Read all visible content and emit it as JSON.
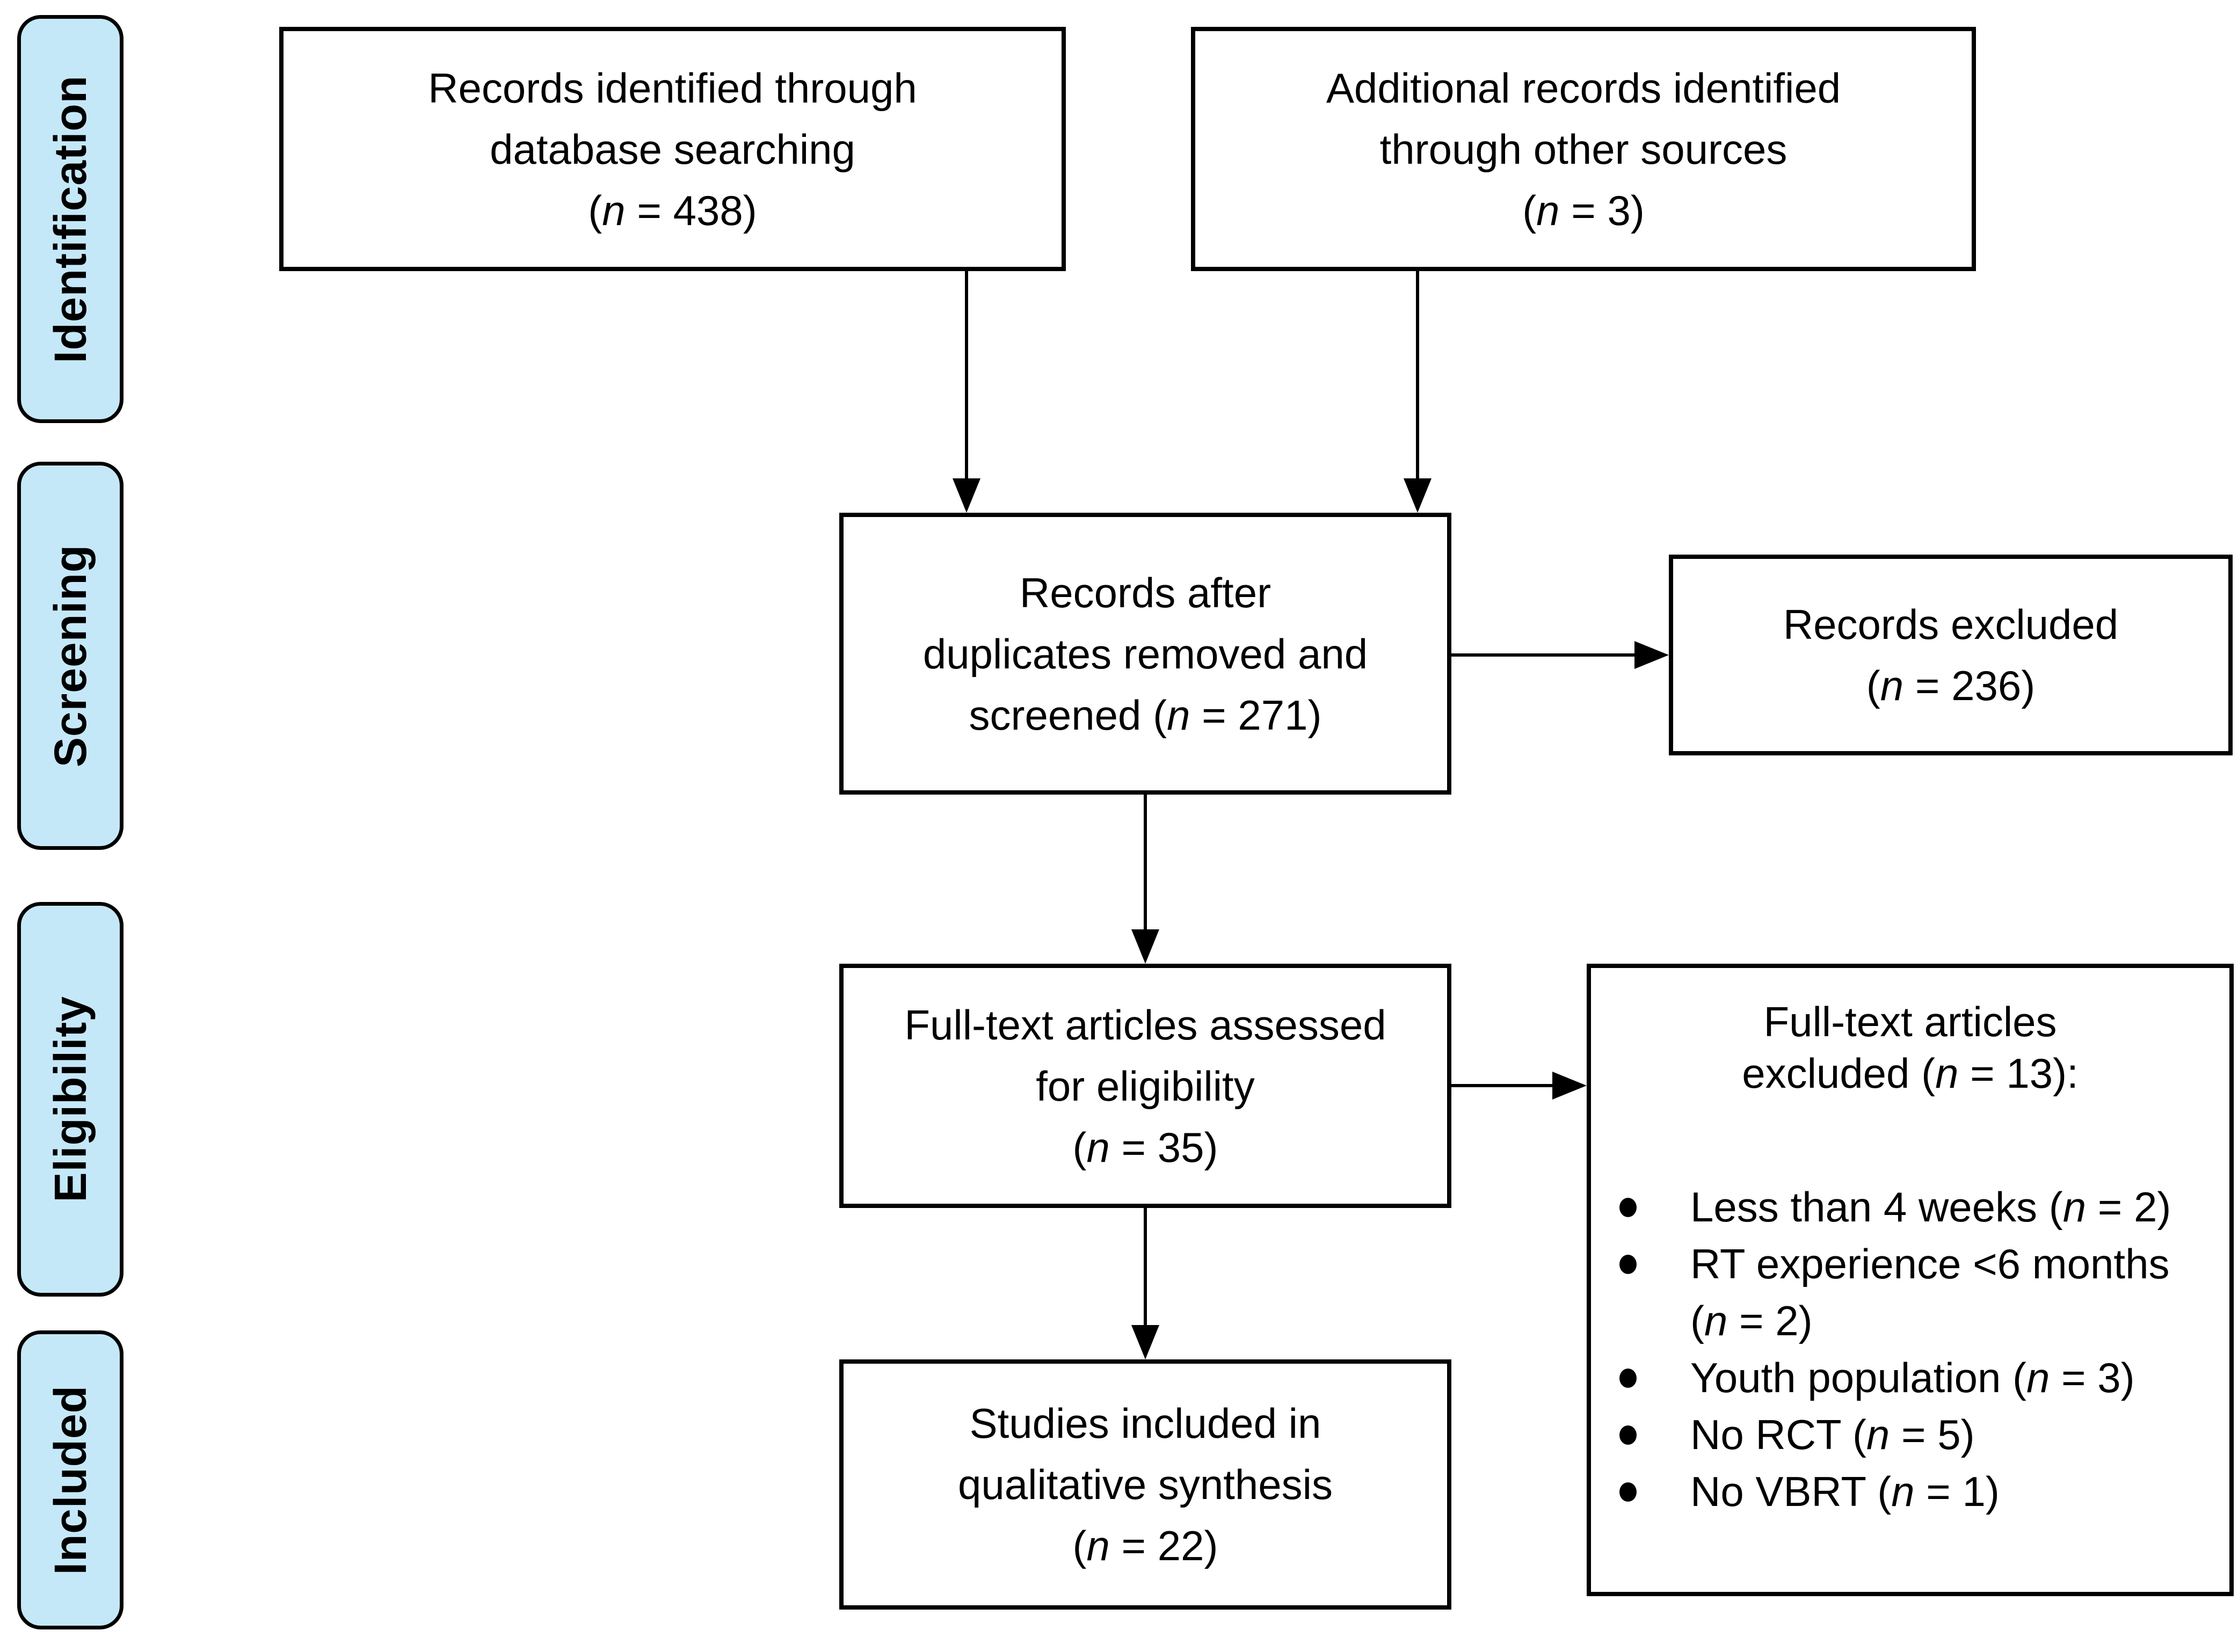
{
  "figure": {
    "type": "prisma-flow-diagram",
    "colors": {
      "stage_fill": "#C5E8F8",
      "stage_border": "#000000",
      "box_fill": "#FFFFFF",
      "box_border": "#000000",
      "arrow": "#000000",
      "text": "#000000",
      "background": "#FFFFFF"
    },
    "stages": [
      {
        "label": "Identification"
      },
      {
        "label": "Screening"
      },
      {
        "label": "Eligibility"
      },
      {
        "label": "Included"
      }
    ],
    "boxes": {
      "identified": {
        "lines": [
          "Records identified through",
          "database searching",
          "(n = 438)"
        ]
      },
      "additional": {
        "lines": [
          "Additional records identified",
          "through other sources",
          "(n = 3)"
        ]
      },
      "deduplicated": {
        "lines": [
          "Records after",
          "duplicates removed and",
          "screened (n = 271)"
        ]
      },
      "records_excluded": {
        "lines": [
          "Records excluded",
          "(n = 236)"
        ]
      },
      "fulltext_assessed": {
        "lines": [
          "Full-text articles assessed",
          "for eligibility",
          "(n = 35)"
        ]
      },
      "fulltext_excluded": {
        "title_lines": [
          "Full-text articles",
          "excluded (n = 13):"
        ],
        "items": [
          {
            "lines": [
              "Less than 4 weeks (n = 2)",
              ""
            ]
          },
          {
            "lines": [
              "RT experience <6 months",
              "(n = 2)"
            ]
          },
          {
            "lines": [
              "Youth population (n = 3)",
              ""
            ]
          },
          {
            "lines": [
              "No RCT (n = 5)",
              ""
            ]
          },
          {
            "lines": [
              "No VBRT (n = 1)",
              ""
            ]
          }
        ]
      },
      "included_studies": {
        "lines": [
          "Studies included in",
          "qualitative synthesis",
          "(n = 22)"
        ]
      }
    }
  }
}
